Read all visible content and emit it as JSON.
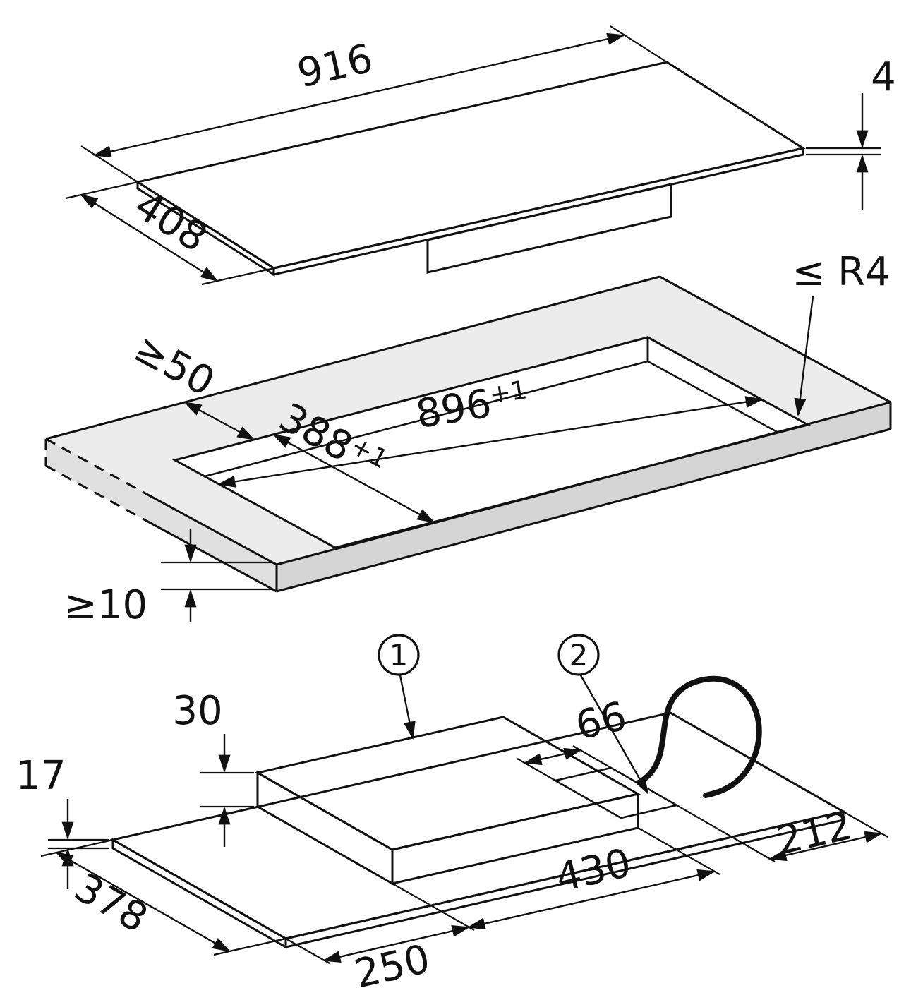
{
  "views": {
    "top": {
      "width": "916",
      "depth": "408",
      "thickness": "4"
    },
    "cutout": {
      "clearance_rear": "≥50",
      "length": "896",
      "length_tol": "+1",
      "depth": "388",
      "depth_tol": "+1",
      "radius": "≤ R4",
      "clearance_bottom": "≥10"
    },
    "bottom": {
      "box_height": "30",
      "panel_height": "17",
      "mains_width": "66",
      "offset_right": "212",
      "box_length": "430",
      "offset_left": "250",
      "depth": "378",
      "callouts": [
        {
          "label": "1"
        },
        {
          "label": "2"
        }
      ]
    }
  },
  "colors": {
    "line": "#111111",
    "surface": "#ececec",
    "surface_dark": "#d5d5d5",
    "mains_cover": "#c6c6c6",
    "background": "#ffffff"
  }
}
